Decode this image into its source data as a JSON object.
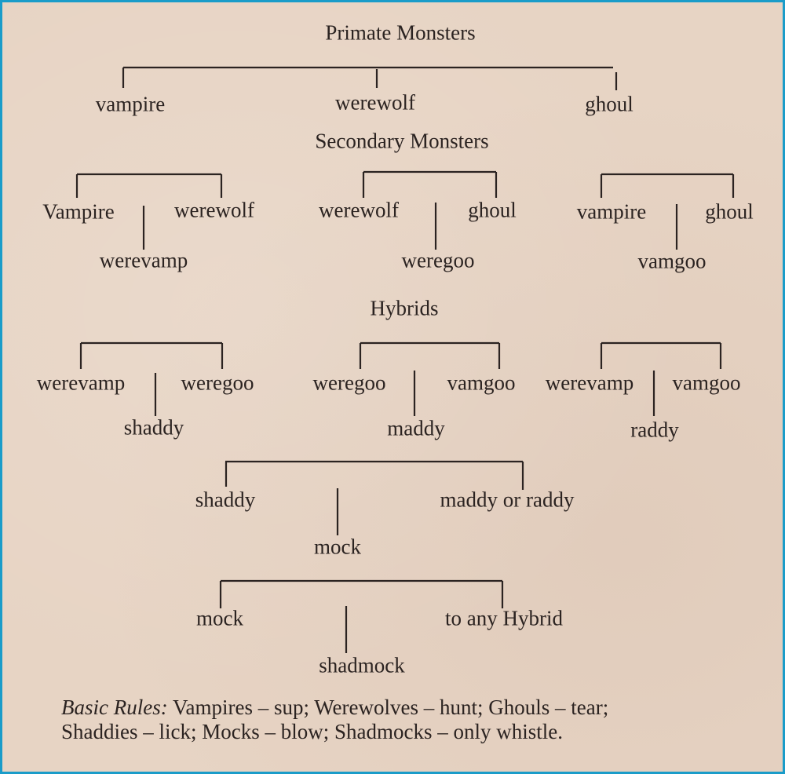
{
  "headings": {
    "primate": "Primate Monsters",
    "secondary": "Secondary Monsters",
    "hybrids": "Hybrids"
  },
  "primate": [
    "vampire",
    "werewolf",
    "ghoul"
  ],
  "secondary": [
    {
      "left": "Vampire",
      "right": "werewolf",
      "child": "werevamp"
    },
    {
      "left": "werewolf",
      "right": "ghoul",
      "child": "weregoo"
    },
    {
      "left": "vampire",
      "right": "ghoul",
      "child": "vamgoo"
    }
  ],
  "hybrids": [
    {
      "left": "werevamp",
      "right": "weregoo",
      "child": "shaddy"
    },
    {
      "left": "weregoo",
      "right": "vamgoo",
      "child": "maddy"
    },
    {
      "left": "werevamp",
      "right": "vamgoo",
      "child": "raddy"
    }
  ],
  "mock_cross": {
    "left": "shaddy",
    "right": "maddy or raddy",
    "child": "mock"
  },
  "shadmock_cross": {
    "left": "mock",
    "right": "to any Hybrid",
    "child": "shadmock"
  },
  "rules": {
    "label": "Basic Rules:",
    "line1": "Vampires – sup; Werewolves – hunt; Ghouls – tear;",
    "line2": "Shaddies – lick; Mocks – blow; Shadmocks – only whistle."
  }
}
